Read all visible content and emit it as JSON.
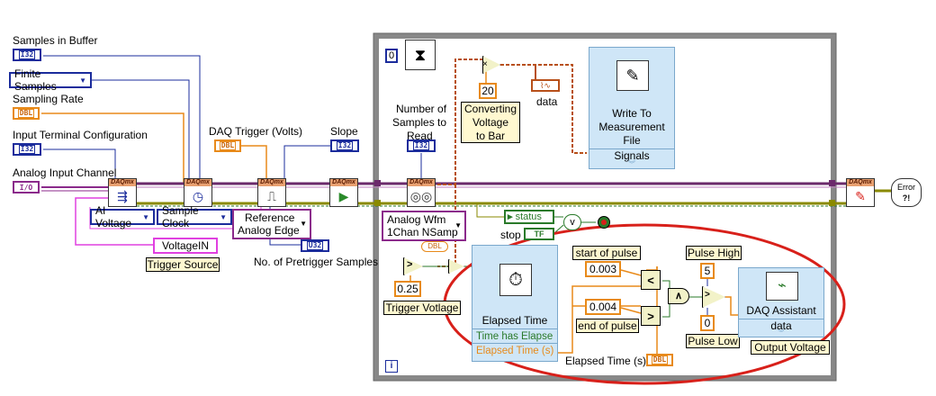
{
  "left_controls": {
    "samples_in_buffer": {
      "label": "Samples in Buffer",
      "type": "I32"
    },
    "finite_samples": {
      "label": "Finite Samples"
    },
    "sampling_rate": {
      "label": "Sampling Rate",
      "type": "DBL"
    },
    "input_terminal_configuration": {
      "label": "Input Terminal Configuration",
      "type": "I32"
    },
    "analog_input_channel": {
      "label": "Analog Input Channel",
      "type": "I/O"
    },
    "daq_trigger_volts": {
      "label": "DAQ Trigger (Volts)",
      "type": "DBL"
    },
    "slope": {
      "label": "Slope",
      "type": "I32"
    },
    "no_of_pretrigger_samples": {
      "label": "No. of Pretrigger Samples",
      "type": "U32"
    },
    "trigger_source": {
      "label": "Trigger Source",
      "value": "VoltageIN"
    }
  },
  "daqmx_polymorphs": {
    "ai_voltage": "AI Voltage",
    "sample_clock": "Sample Clock",
    "reference_analog_edge_line1": "Reference",
    "reference_analog_edge_line2": "Analog Edge",
    "analog_wfm_line1": "Analog Wfm",
    "analog_wfm_line2": "1Chan NSamp"
  },
  "daq_header_text": "DAQmx",
  "loop": {
    "iteration_index": "0",
    "loop_count_label": "i",
    "number_of_samples_to_read_line1": "Number of",
    "number_of_samples_to_read_line2": "Samples to",
    "number_of_samples_to_read_line3": "Read",
    "number_of_samples_type": "I32",
    "multiplier_constant": "20",
    "converting_voltage_line1": "Converting",
    "converting_voltage_line2": "Voltage",
    "converting_voltage_line3": "to Bar",
    "data_label": "data",
    "write_to_measurement_file_line1": "Write To",
    "write_to_measurement_file_line2": "Measurement",
    "write_to_measurement_file_line3": "File",
    "signals_label": "Signals",
    "status_label": "status",
    "stop_label": "stop",
    "stop_tf": "TF",
    "trigger_voltage_constant": "0.25",
    "trigger_voltage_label": "Trigger Votlage",
    "elapsed_time_title": "Elapsed Time",
    "time_has_elapsed": "Time has Elapse",
    "elapsed_time_s_output": "Elapsed Time (s)",
    "start_of_pulse_label": "start of pulse",
    "start_of_pulse_value": "0.003",
    "end_of_pulse_label": "end of pulse",
    "end_of_pulse_value": "0.004",
    "pulse_high_label": "Pulse High",
    "pulse_high_value": "5",
    "pulse_low_label": "Pulse Low",
    "pulse_low_value": "0",
    "daq_assistant_title": "DAQ Assistant",
    "daq_assistant_data": "data",
    "output_voltage_label": "Output Voltage",
    "elapsed_time_indicator_label": "Elapsed Time (s)",
    "elapsed_time_indicator_type": "DBL",
    "dbl_small": "DBL",
    "error_text": "Error"
  },
  "colors": {
    "loop_border": "#777777",
    "wire_blue": "#1b2c9c",
    "wire_purple": "#8b2a8b",
    "wire_pink": "#e040e0",
    "wire_orange": "#e88a1a",
    "wire_rust": "#b8501a",
    "wire_green": "#2a7a2a",
    "wire_olive": "#8a8a00",
    "annotation_red": "#d8201a",
    "node_blue": "#cfe6f7"
  }
}
